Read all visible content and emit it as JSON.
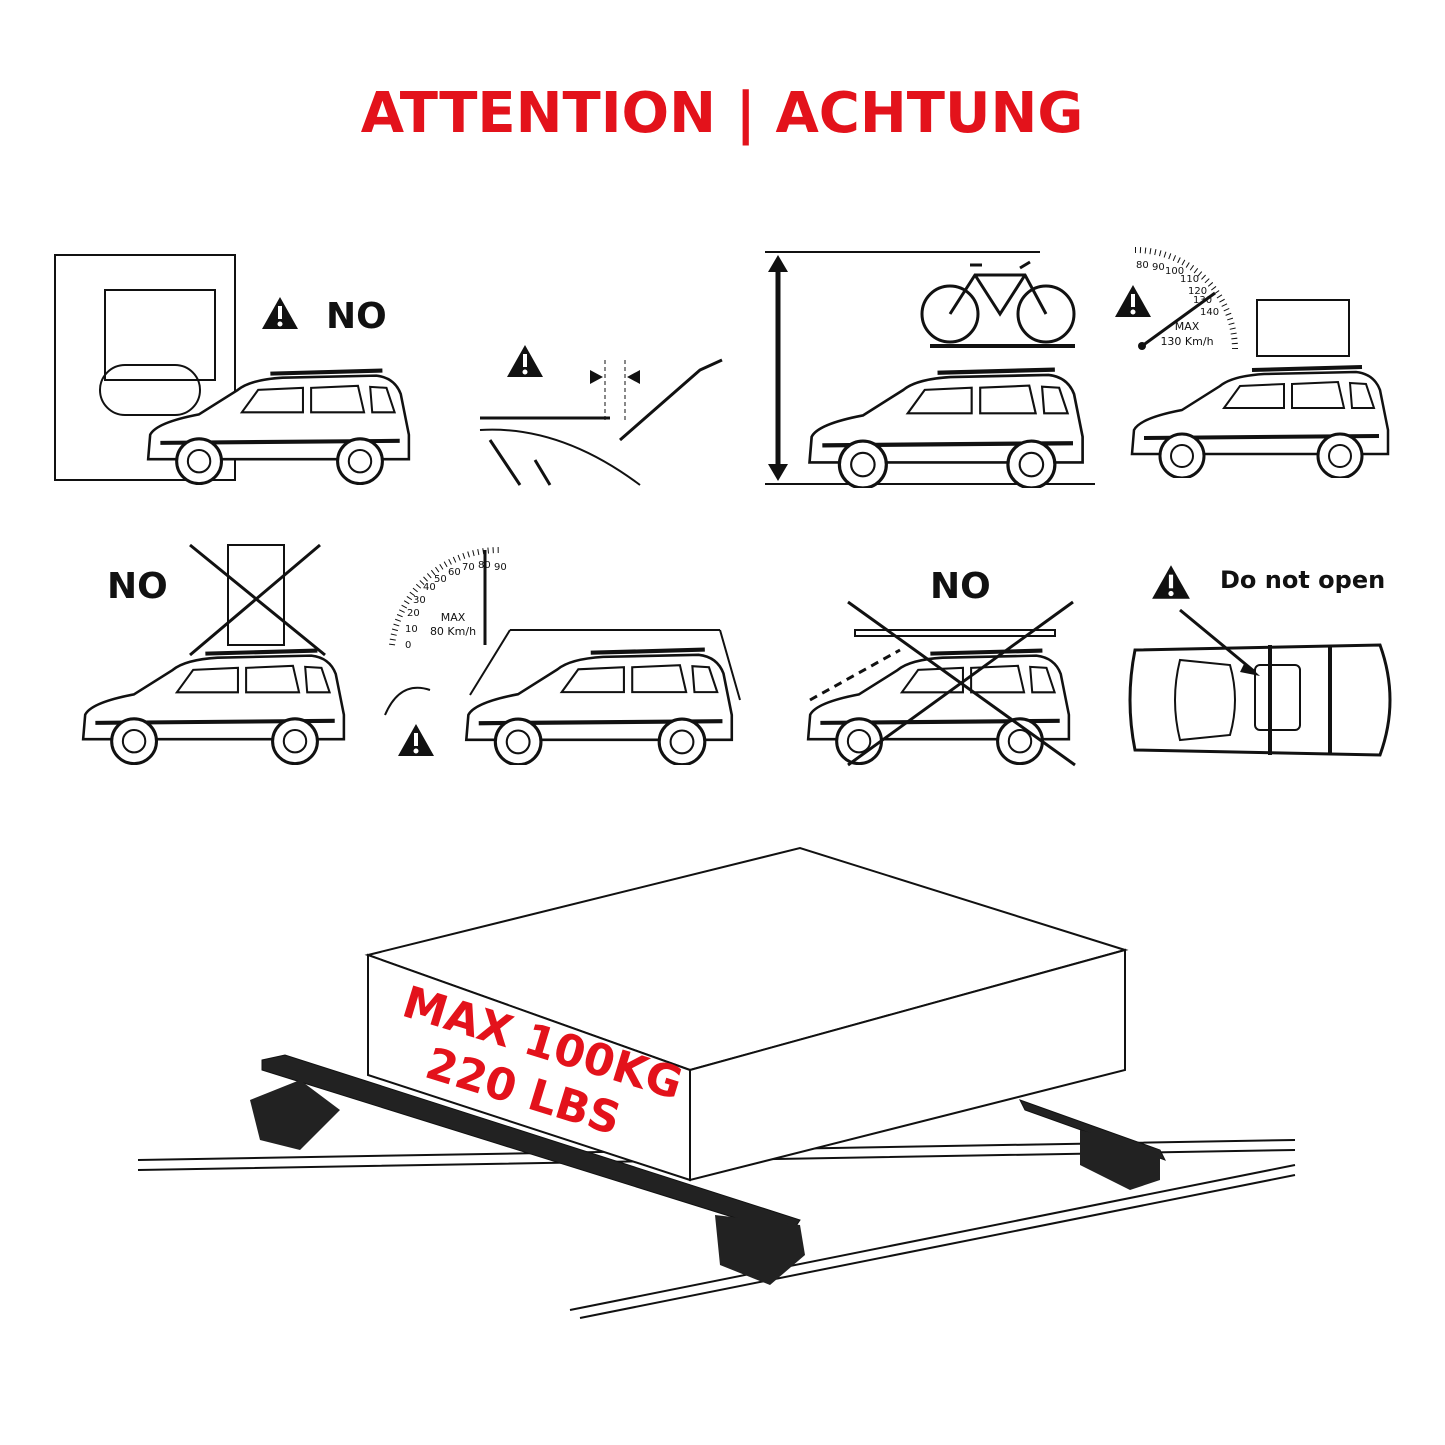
{
  "title": "ATTENTION | ACHTUNG",
  "panels": {
    "car_wash": {
      "label": "NO"
    },
    "tall_box": {
      "label": "NO"
    },
    "long_load": {
      "label": "NO"
    },
    "speed_130": {
      "ticks": [
        "80",
        "90",
        "100",
        "110",
        "120",
        "130",
        "140"
      ],
      "max_label": "MAX",
      "max_value": "130 Km/h"
    },
    "speed_80": {
      "ticks": [
        "0",
        "10",
        "20",
        "30",
        "40",
        "50",
        "60",
        "70",
        "80",
        "90"
      ],
      "max_label": "MAX",
      "max_value": "80 Km/h"
    },
    "sunroof": {
      "label": "Do not open"
    }
  },
  "load_limit": {
    "line1": "MAX 100KG",
    "line2": "220 LBS"
  },
  "colors": {
    "accent": "#e3121b",
    "ink": "#111111"
  }
}
